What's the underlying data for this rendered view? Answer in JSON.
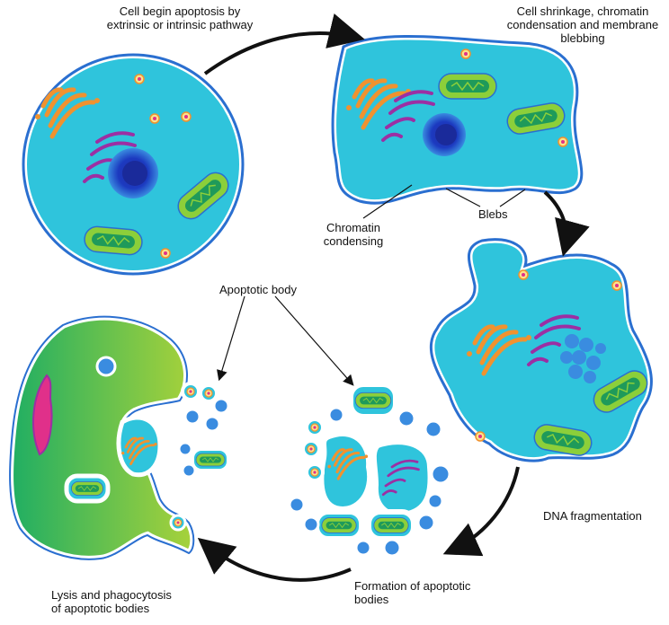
{
  "labels": {
    "start": "Cell begin apoptosis by\nextrinsic or intrinsic pathway",
    "shrinkage": "Cell shrinkage, chromatin\ncondensation and membrane\nblebbing",
    "chromatin_condensing": "Chromatin\ncondensing",
    "blebs": "Blebs",
    "apoptotic_body": "Apoptotic body",
    "dna_fragmentation": "DNA fragmentation",
    "formation": "Formation of apoptotic\nbodies",
    "lysis": "Lysis and phagocytosis\nof apoptotic bodies"
  },
  "colors": {
    "cytoplasm": "#2fc4dc",
    "membrane": "#2a6fd0",
    "golgi": "#f0922f",
    "er": "#9c2fa3",
    "mito_outer": "#8ccf3a",
    "mito_inner": "#1f9a5a",
    "nucleus": "#1a2a9a",
    "macrophage": "#8cc63f",
    "phagosome": "#e0308a",
    "vesicle": "#f5c242"
  }
}
